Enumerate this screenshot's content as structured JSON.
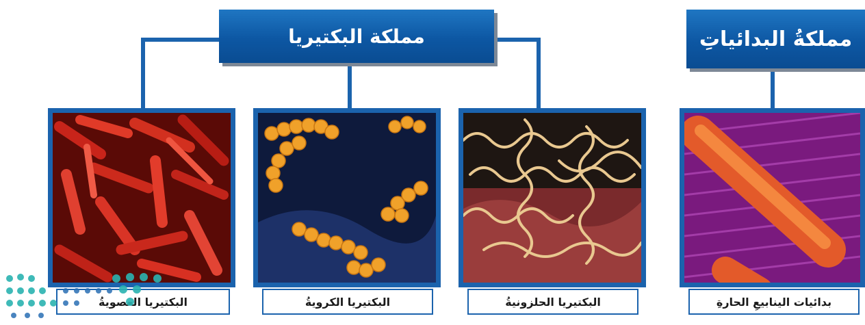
{
  "headers": {
    "bacteria_kingdom": "مملكة البكتيريا",
    "archaea_kingdom": "مملكةُ البدائياتِ"
  },
  "captions": {
    "rod_bacteria": "البكتيريا العصويةُ",
    "cocci_bacteria": "البكتيريا الكرويةُ",
    "spiral_bacteria": "البكتيريا الحلزونيةُ",
    "hot_spring_archaea": "بدائيات الينابيعِ الحارةِ"
  },
  "colors": {
    "accent_blue": "#1b63ad",
    "header_shadow": "#7d8896",
    "logo_teal": "#2bb3b1",
    "logo_blue": "#2a6fb4"
  }
}
